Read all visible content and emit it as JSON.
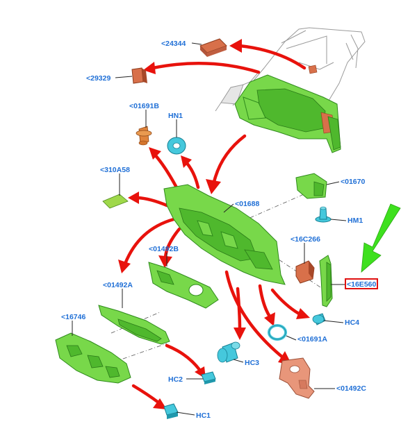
{
  "labels": {
    "l24344": "<24344",
    "l29329": "<29329",
    "l01691b": "<01691B",
    "hn1": "HN1",
    "l310a58": "<310A58",
    "l01688": "<01688",
    "l01670": "<01670",
    "hm1": "HM1",
    "l01492b": "<01492B",
    "l16c266": "<16C266",
    "l16e560": "<16E560",
    "l01492a": "<01492A",
    "hc4": "HC4",
    "l16746": "<16746",
    "l01691a": "<01691A",
    "hc3": "HC3",
    "hc2": "HC2",
    "l01492c": "<01492C",
    "hc1": "HC1"
  },
  "colors": {
    "label_blue": "#1f6fd6",
    "arrow_red": "#e8120c",
    "highlight_green_arrow": "#3ee01e",
    "part_green": "#78d84a",
    "part_cyan": "#45c8dc",
    "part_orange": "#d8704a",
    "part_salmon": "#e8967a"
  },
  "highlighted_label": "<16E560"
}
